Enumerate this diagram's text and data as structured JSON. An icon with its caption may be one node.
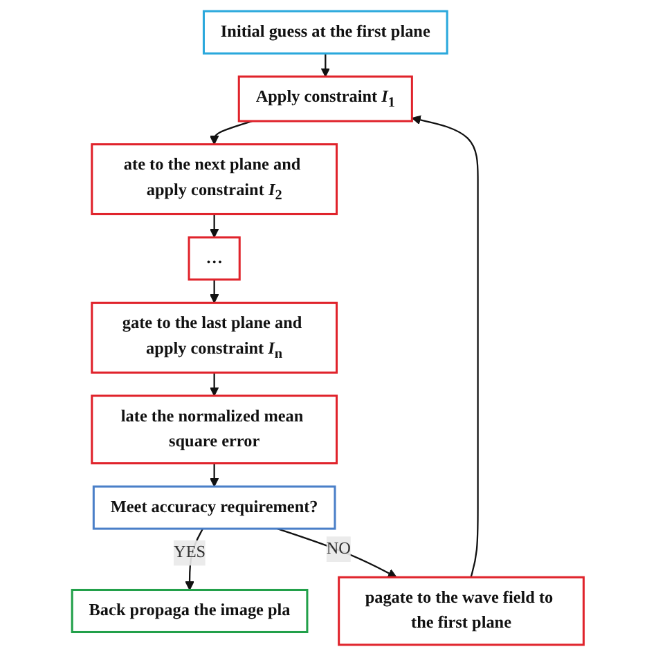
{
  "diagram": {
    "nodes": [
      {
        "text": [
          "Initial guess at the first plane"
        ]
      },
      {
        "text": [
          "Apply constraint *I*$_{1}$"
        ]
      },
      {
        "text": [
          "ate to the next plane and apply constraint *I*$_{2}$"
        ]
      },
      {
        "text": [
          "…"
        ]
      },
      {
        "text": [
          "gate to the last plane and apply constraint *I*$_{n}$"
        ]
      },
      {
        "text": [
          "late the normalized mean square error"
        ]
      },
      {
        "text": [
          "Meet accuracy requirement?"
        ]
      },
      {
        "text": [
          "Back propaga the image pla"
        ]
      },
      {
        "text": [
          "pagate to the wave field to the first plane"
        ]
      }
    ],
    "edges": [
      {
        "from": 0,
        "to": 1,
        "arrow": "to"
      },
      {
        "from": 1,
        "to": 2,
        "arrow": "to"
      },
      {
        "from": 2,
        "to": 3,
        "arrow": "to"
      },
      {
        "from": 3,
        "to": 4,
        "arrow": "to"
      },
      {
        "from": 4,
        "to": 5,
        "arrow": "to"
      },
      {
        "from": 5,
        "to": 6,
        "arrow": "to"
      },
      {
        "from": 6,
        "to": 7,
        "label": "YES",
        "arrow": "to"
      },
      {
        "from": 6,
        "to": 8,
        "label": "NO",
        "arrow": "to"
      },
      {
        "from": 8,
        "to": 1,
        "arrow": "to"
      }
    ]
  }
}
